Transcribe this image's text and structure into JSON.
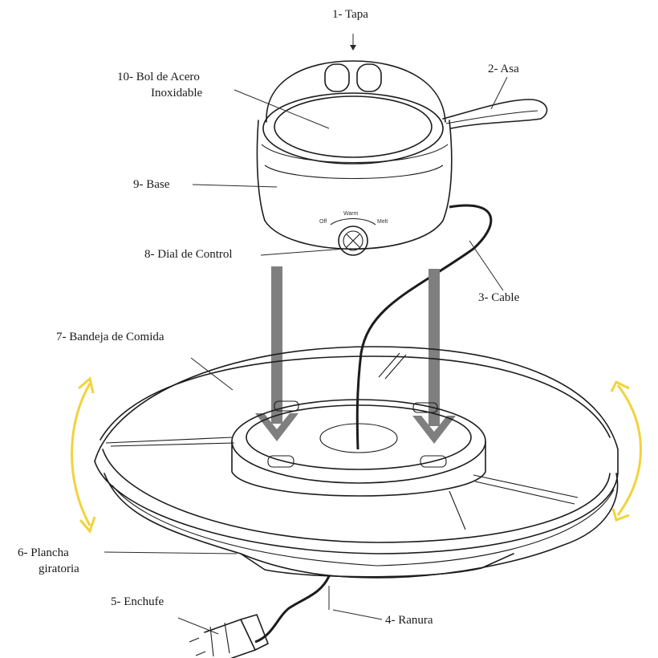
{
  "labels": {
    "l1": "1-   Tapa",
    "l2": "2- Asa",
    "l3": "3- Cable",
    "l4": "4- Ranura",
    "l5": "5- Enchufe",
    "l6a": "6- Plancha",
    "l6b": "giratoria",
    "l7": "7- Bandeja de Comida",
    "l8": "8- Dial de Control",
    "l9": "9- Base",
    "l10a": "10- Bol de Acero",
    "l10b": "Inoxidable"
  },
  "dial": {
    "left": "Off",
    "top": "Warm",
    "right": "Melt"
  },
  "colors": {
    "ink": "#1c1c1c",
    "arrow_gray": "#7f7f7f",
    "rotation_yellow": "#f2d33a"
  }
}
